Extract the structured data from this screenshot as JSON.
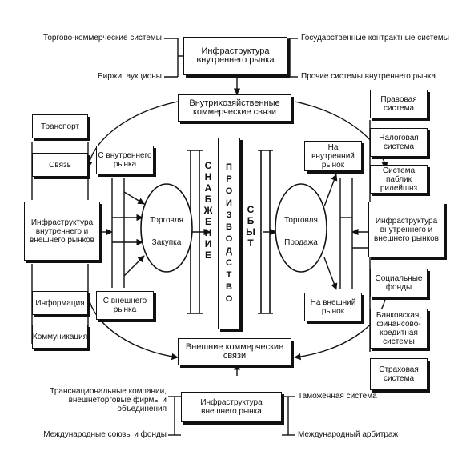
{
  "top": {
    "infrastructure": "Инфраструктура внутреннего рынка",
    "left_items": [
      "Торгово-коммерческие системы",
      "Биржи, аукционы"
    ],
    "right_items": [
      "Государственные контрактные системы",
      "Прочие системы внутреннего рынка"
    ]
  },
  "internal_links": "Внутрихозяйственные коммерческие связи",
  "external_links": "Внешние коммерческие связи",
  "left_column": {
    "items_top": [
      "Транспорт",
      "Связь"
    ],
    "infrastructure": "Инфраструктура внутреннего и внешнего рынков",
    "items_bottom": [
      "Информация",
      "Коммуникация"
    ]
  },
  "right_column": {
    "items_top": [
      "Правовая система",
      "Налоговая система",
      "Система паблик рилейшнз"
    ],
    "infrastructure": "Инфраструктура внутреннего и внешнего рынков",
    "items_bottom": [
      "Социальные фонды",
      "Банковская, финансово-кредитная системы",
      "Страховая система"
    ]
  },
  "left_sources": {
    "internal": "С внутреннего рынка",
    "external": "С внешнего рынка"
  },
  "right_targets": {
    "internal": "На внутренний рынок",
    "external": "На внешний рынок"
  },
  "left_ellipse": {
    "line1": "Торговля",
    "line2": "Закупка"
  },
  "right_ellipse": {
    "line1": "Торговля",
    "line2": "Продажа"
  },
  "center": {
    "supply": [
      "С",
      "Н",
      "А",
      "Б",
      "Ж",
      "Е",
      "Н",
      "И",
      "Е"
    ],
    "production": [
      "П",
      "Р",
      "О",
      "И",
      "З",
      "В",
      "О",
      "Д",
      "С",
      "Т",
      "В",
      "О"
    ],
    "sales": [
      "С",
      "Б",
      "Ы",
      "Т"
    ]
  },
  "bottom": {
    "infrastructure": "Инфраструктура внешнего рынка",
    "left_items": [
      "Транснациональные компании, внешнеторговые фирмы и объединения",
      "Международные союзы и фонды"
    ],
    "right_items": [
      "Таможенная система",
      "Международный арбитраж"
    ]
  }
}
